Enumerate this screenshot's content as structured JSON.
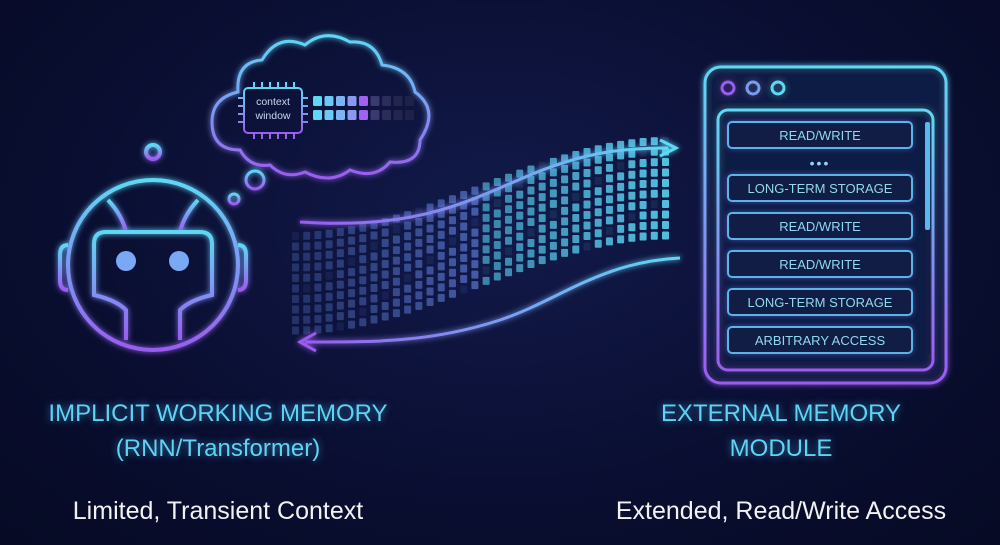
{
  "left": {
    "title_line1": "IMPLICIT WORKING MEMORY",
    "title_line2": "(RNN/Transformer)",
    "caption": "Limited, Transient Context",
    "chip_line1": "context",
    "chip_line2": "window"
  },
  "right": {
    "title_line1": "EXTERNAL MEMORY",
    "title_line2": "MODULE",
    "caption": "Extended, Read/Write Access",
    "items": [
      "READ/WRITE",
      "LONG-TERM STORAGE",
      "READ/WRITE",
      "READ/WRITE",
      "LONG-TERM STORAGE",
      "ARBITRARY ACCESS"
    ],
    "ellipsis": "•••"
  },
  "colors": {
    "cyan": "#5fd3f3",
    "purple": "#a060f0",
    "background": "#0a0f33"
  }
}
